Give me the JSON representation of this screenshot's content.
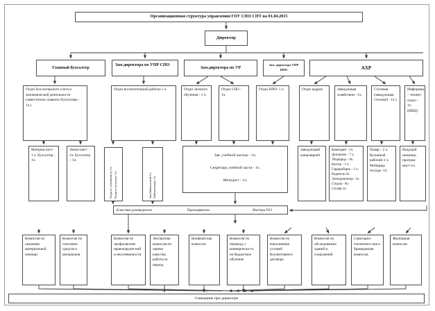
{
  "title": "Организационная структура управления ГОУ СПО СПТ на 01.04.2015",
  "director": "Директор",
  "level2": [
    {
      "label": "Главный бухгалтер"
    },
    {
      "label": "Зам.директора по УПР СПО"
    },
    {
      "label": "Зам.директора по УР"
    },
    {
      "label": "Зам. директора УПР НПО"
    },
    {
      "label": "АХР"
    }
  ],
  "level3": [
    {
      "label": "Отдел бухгалтерского учета и экономической деятельности (заместитель главного бухгалтера - 1ч.)"
    },
    {
      "label": "Отдел воспитательной работы-1 ч."
    },
    {
      "label": "Отдел заочного обучения - 1 ч."
    },
    {
      "label": "Отдел СПО - 1ч."
    },
    {
      "label": "Отдел НПО- 1 ч."
    },
    {
      "label": "Отдел кадров"
    },
    {
      "label": "Заведующая хозяйством - 1ч."
    },
    {
      "label": "Столовая (заведующая столовой - 1ч.)"
    },
    {
      "label": "Информац. – технич отдел - 1ч. (ИВЦ)"
    }
  ],
  "level4": [
    {
      "label": "Материа-лист- 1 ч. Бухгалтер - 1ч."
    },
    {
      "label": "Эконо-мист – 1ч. Бухгалтер – 1ч."
    },
    {
      "vertical": [
        "Педагог-организатор-1ч.",
        "Педагог-психолог-1ч."
      ]
    },
    {
      "vertical": [
        "Зав.библиотекой-1ч.",
        "Библиотекарь-1ч."
      ]
    },
    {
      "label": "Зав. учебной частью - 1ч.\n\nСекретарь учебной части - 1ч.\n\nМетодист - 1ч."
    },
    {
      "label": "Заведующий канцелярией"
    },
    {
      "label": "Комендант –1ч. Дежурные – 7 ч. Уборщица – 8ч. Вахтер – 1 ч. Гардеробщик – 1 ч. Водитель-3ч. Электромонтер - 1ч. Сторож - 8ч. Столяр-1ч."
    },
    {
      "label": "Повар – 2 ч. Кухонный рабочий-1 ч. Мойщица посуды -1ч."
    },
    {
      "label": "Ведущий инженер-програм мист-1ч."
    }
  ],
  "staff_bar": [
    {
      "label": "Классные руководители"
    },
    {
      "label": "Преподаватели"
    },
    {
      "label": "Мастера П/О"
    }
  ],
  "commissions": [
    {
      "label": "Комиссия по оказанию материальной помощи"
    },
    {
      "label": "Комиссия по списанию средств и материалов"
    },
    {
      "label": "Комиссия по профилактике правонаруше-ний и неуспеваемости"
    },
    {
      "label": "Экспертная комиссия по оценке качества работы за период"
    },
    {
      "label": "Конфликтная комиссия"
    },
    {
      "label": "Комиссия по переводу с коммерческо-го на бюджетное обучение"
    },
    {
      "label": "Комиссия по выполнению условий Коллективного договора"
    },
    {
      "label": "Комиссия по обследованию зданий и сооружений"
    },
    {
      "label": "Санитарно-гигиеничес-кая и бракеражная комиссия"
    },
    {
      "label": "Жилищная комиссия"
    }
  ],
  "footer": "Совещание при директоре"
}
